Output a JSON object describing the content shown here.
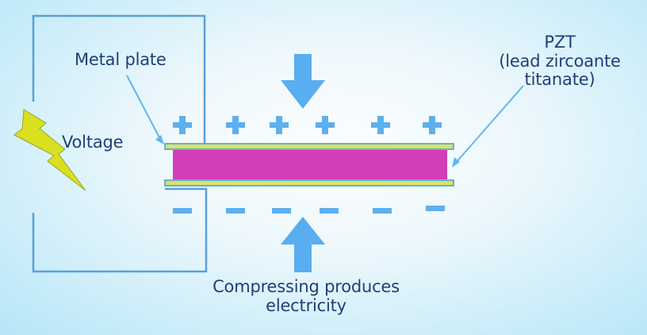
{
  "labels": {
    "metal_plate": "Metal plate",
    "voltage": "Voltage",
    "pzt_line1": "PZT",
    "pzt_line2": "(lead zircoante",
    "pzt_line3": "titanate)",
    "caption_line1": "Compressing produces",
    "caption_line2": "electricity"
  },
  "charges": {
    "top": [
      "+",
      "+",
      "+",
      "+",
      "+",
      "+"
    ],
    "bottom": [
      "−",
      "−",
      "−",
      "−",
      "−",
      "−"
    ]
  },
  "icons": {
    "lightning": "lightning-bolt-icon",
    "arrow_down": "arrow-down-icon",
    "arrow_up": "arrow-up-icon"
  },
  "colors": {
    "wire": "#5a9fd6",
    "crystal": "#d23db8",
    "plate": "#d9e26a",
    "plate_edge": "#4a9fd8",
    "arrow": "#58aef0",
    "charge": "#5db0ee",
    "bolt": "#d8e020",
    "text": "#1f3f78"
  }
}
